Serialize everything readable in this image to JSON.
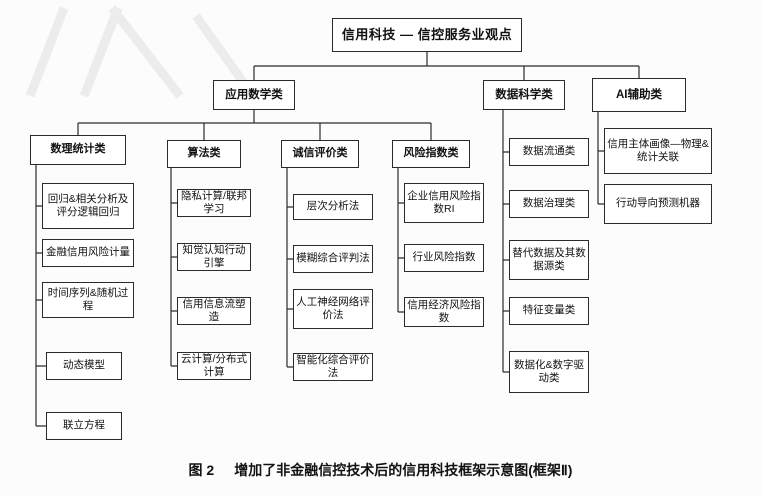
{
  "diagram": {
    "root": "信用科技 — 信控服务业观点",
    "branches": {
      "applied_math": {
        "label": "应用数学类",
        "children": {
          "math_stat": {
            "label": "数理统计类",
            "items": [
              "回归&相关分析及评分逻辑回归",
              "金融信用风险计量",
              "时间序列&随机过程",
              "动态模型",
              "联立方程"
            ]
          },
          "algorithm": {
            "label": "算法类",
            "items": [
              "隐私计算/联邦学习",
              "知觉认知行动引擎",
              "信用信息流塑造",
              "云计算/分布式计算"
            ]
          },
          "integrity_eval": {
            "label": "诚信评价类",
            "items": [
              "层次分析法",
              "模糊综合评判法",
              "人工神经网络评价法",
              "智能化综合评价法"
            ]
          },
          "risk_index": {
            "label": "风险指数类",
            "items": [
              "企业信用风险指数RI",
              "行业风险指数",
              "信用经济风险指数"
            ]
          }
        }
      },
      "data_science": {
        "label": "数据科学类",
        "items": [
          "数据流通类",
          "数据治理类",
          "替代数据及其数据源类",
          "特征变量类",
          "数据化&数字驱动类"
        ]
      },
      "ai_assist": {
        "label": "AI辅助类",
        "items": [
          "信用主体画像—物理&统计关联",
          "行动导向预测机器"
        ]
      }
    }
  },
  "caption": {
    "label": "图 2",
    "text": "增加了非金融信控技术后的信用科技框架示意图(框架Ⅱ)"
  }
}
